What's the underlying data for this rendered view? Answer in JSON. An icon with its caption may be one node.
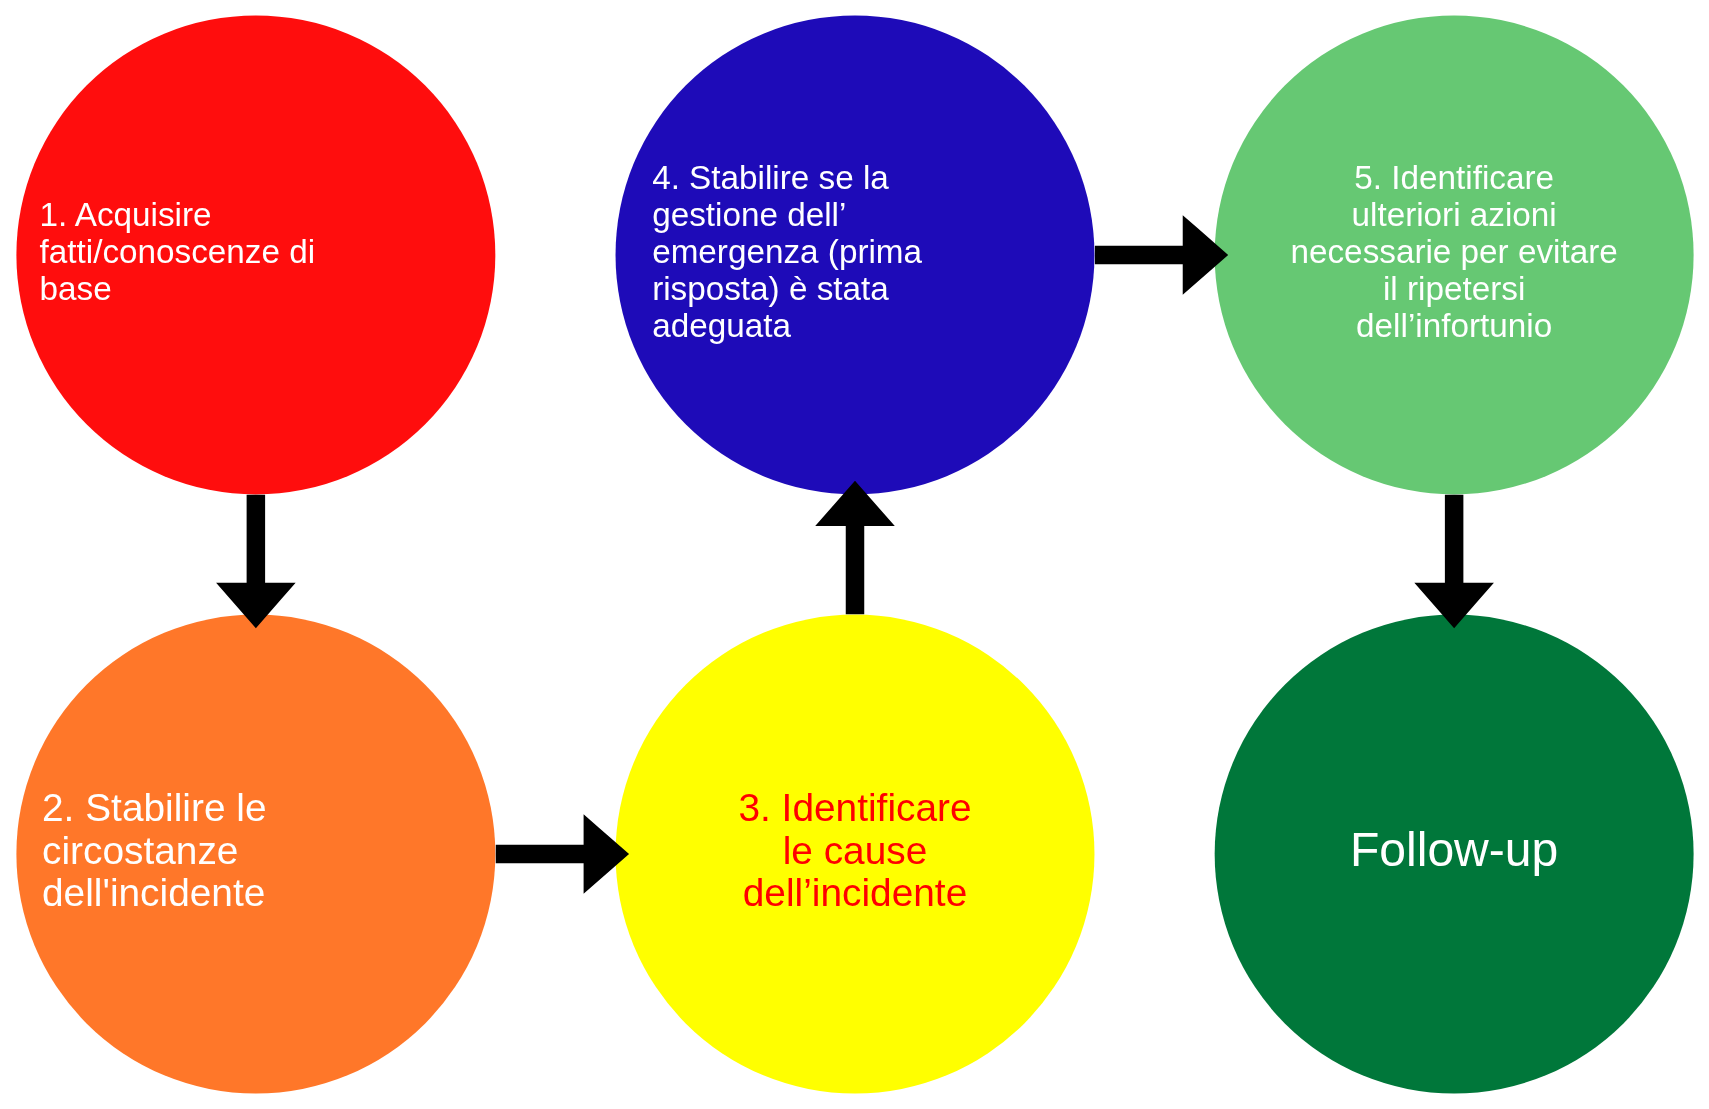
{
  "diagram": {
    "nodes": [
      {
        "text": [
          "1. Acquisire fatti/conoscenze di base"
        ]
      },
      {
        "text": [
          "2. Stabilire le circostanze dell'incidente"
        ]
      },
      {
        "text": [
          "3. Identificare le cause dell’incidente"
        ]
      },
      {
        "text": [
          "4. Stabilire se la gestione dell’ emergenza (prima risposta) è stata adeguata"
        ]
      },
      {
        "text": [
          "5. Identificare ulteriori azioni necessarie per evitare il ripetersi dell’infortunio"
        ]
      },
      {
        "text": [
          "Follow-up"
        ]
      }
    ],
    "edges": [
      {
        "from": 0,
        "to": 1,
        "arrow": "to"
      },
      {
        "from": 1,
        "to": 2,
        "arrow": "to"
      },
      {
        "from": 2,
        "to": 3,
        "arrow": "to"
      },
      {
        "from": 3,
        "to": 4,
        "arrow": "to"
      },
      {
        "from": 4,
        "to": 5,
        "arrow": "to"
      }
    ]
  }
}
